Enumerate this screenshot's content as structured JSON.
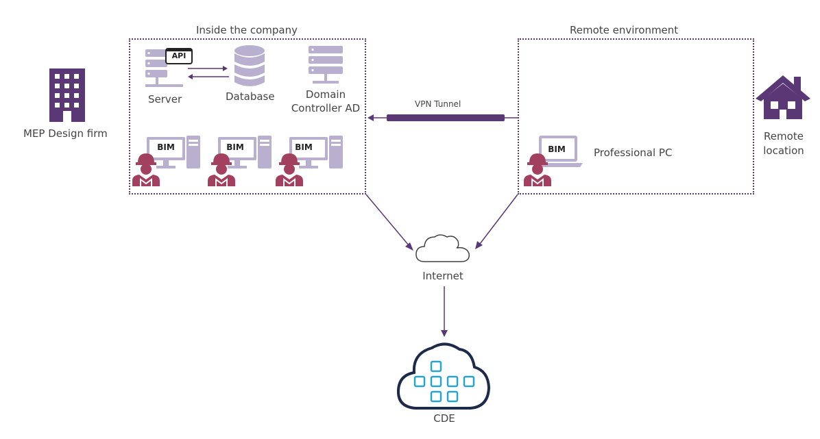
{
  "firm": {
    "label": "MEP Design firm"
  },
  "company": {
    "title": "Inside the company",
    "server": "Server",
    "database": "Database",
    "domain_line1": "Domain",
    "domain_line2": "Controller AD",
    "api": "API",
    "bim": "BIM"
  },
  "remote": {
    "title": "Remote environment",
    "pc_label": "Professional PC",
    "bim": "BIM"
  },
  "remote_location": {
    "line1": "Remote",
    "line2": "location"
  },
  "vpn": {
    "label": "VPN Tunnel"
  },
  "internet": {
    "label": "Internet"
  },
  "cde": {
    "label": "CDE"
  },
  "colors": {
    "purple": "#5a3775",
    "lightpurple": "#b9b0cf",
    "worker": "#a4405f",
    "cde_blue": "#27a4c9",
    "cloud_navy": "#1e2a4a"
  }
}
